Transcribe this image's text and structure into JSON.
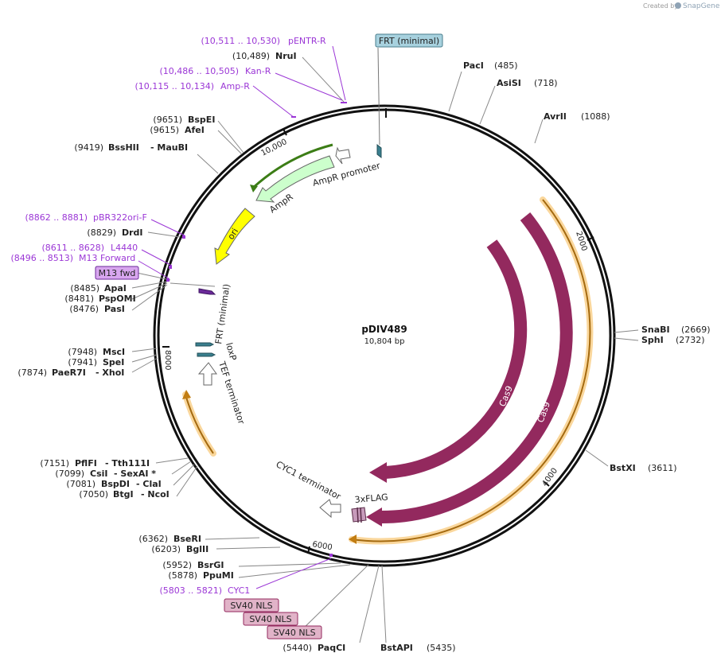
{
  "credit": {
    "text": "Created by",
    "brand": "SnapGene"
  },
  "plasmid": {
    "name": "pDIV489",
    "length": "10,804 bp"
  },
  "ticks": [
    "2000",
    "4000",
    "6000",
    "8000",
    "10,000"
  ],
  "features": {
    "ampr_promoter": "AmpR promoter",
    "ampr": "AmpR",
    "ori": "ori",
    "frt_minimal": "FRT (minimal)",
    "loxp": "loxP",
    "tef_terminator": "TEF terminator",
    "cyc1_terminator": "CYC1 terminator",
    "flag": "3xFLAG",
    "cas9_inner": "Cas9",
    "cas9_outer": "Cas9"
  },
  "boxes": {
    "frt_top": "FRT (minimal)",
    "m13_fwd": "M13 fwd",
    "sv40_1": "SV40 NLS",
    "sv40_2": "SV40 NLS",
    "sv40_3": "SV40 NLS"
  },
  "sites": {
    "paci": {
      "name": "PacI",
      "pos": "(485)"
    },
    "asisi": {
      "name": "AsiSI",
      "pos": "(718)"
    },
    "avrii": {
      "name": "AvrII",
      "pos": "(1088)"
    },
    "snabi": {
      "name": "SnaBI",
      "pos": "(2669)"
    },
    "sphi": {
      "name": "SphI",
      "pos": "(2732)"
    },
    "bstxi": {
      "name": "BstXI",
      "pos": "(3611)"
    },
    "bstapi": {
      "name": "BstAPI",
      "pos": "(5435)"
    },
    "paqci": {
      "name": "PaqCI",
      "pos": "(5440)"
    },
    "ppumi": {
      "name": "PpuMI",
      "pos": "(5878)"
    },
    "bsrgi": {
      "name": "BsrGI",
      "pos": "(5952)"
    },
    "bglii": {
      "name": "BglII",
      "pos": "(6203)"
    },
    "bseri": {
      "name": "BseRI",
      "pos": "(6362)"
    },
    "btgi": {
      "name": "BtgI",
      "extra": "- NcoI",
      "pos": "(7050)"
    },
    "bspdi": {
      "name": "BspDI",
      "extra": "- ClaI",
      "pos": "(7081)"
    },
    "csii": {
      "name": "CsiI",
      "extra": "- SexAI *",
      "pos": "(7099)"
    },
    "pflfi": {
      "name": "PflFI",
      "extra": "- Tth111I",
      "pos": "(7151)"
    },
    "paer7i": {
      "name": "PaeR7I",
      "extra": "- XhoI",
      "pos": "(7874)"
    },
    "spei": {
      "name": "SpeI",
      "pos": "(7941)"
    },
    "msci": {
      "name": "MscI",
      "pos": "(7948)"
    },
    "pasi": {
      "name": "PasI",
      "pos": "(8476)"
    },
    "pspomi": {
      "name": "PspOMI",
      "pos": "(8481)"
    },
    "apai": {
      "name": "ApaI",
      "pos": "(8485)"
    },
    "drdi": {
      "name": "DrdI",
      "pos": "(8829)"
    },
    "bsshii": {
      "name": "BssHII",
      "extra": "- MauBI",
      "pos": "(9419)"
    },
    "afei": {
      "name": "AfeI",
      "pos": "(9615)"
    },
    "bspei": {
      "name": "BspEI",
      "pos": "(9651)"
    },
    "nrui": {
      "name": "NruI",
      "pos": "(10,489)"
    }
  },
  "primers": {
    "pentr_r": {
      "range": "(10,511 .. 10,530)",
      "name": "pENTR-R"
    },
    "kan_r": {
      "range": "(10,486 .. 10,505)",
      "name": "Kan-R"
    },
    "amp_r": {
      "range": "(10,115 .. 10,134)",
      "name": "Amp-R"
    },
    "pbr322": {
      "range": "(8862 .. 8881)",
      "name": "pBR322ori-F"
    },
    "l4440": {
      "range": "(8611 .. 8628)",
      "name": "L4440"
    },
    "m13": {
      "range": "(8496 .. 8513)",
      "name": "M13 Forward"
    },
    "cyc1": {
      "range": "(5803 .. 5821)",
      "name": "CYC1"
    }
  },
  "colors": {
    "cas9": "#93295e",
    "orange_feature": "#f5a623",
    "ori": "#ffff00",
    "ampr": "#ccffcc",
    "primer": "#9b37d6",
    "frt_box": "#a7d1de",
    "nls_box": "#e1b3c8",
    "m13_box": "#d8a6ef"
  }
}
